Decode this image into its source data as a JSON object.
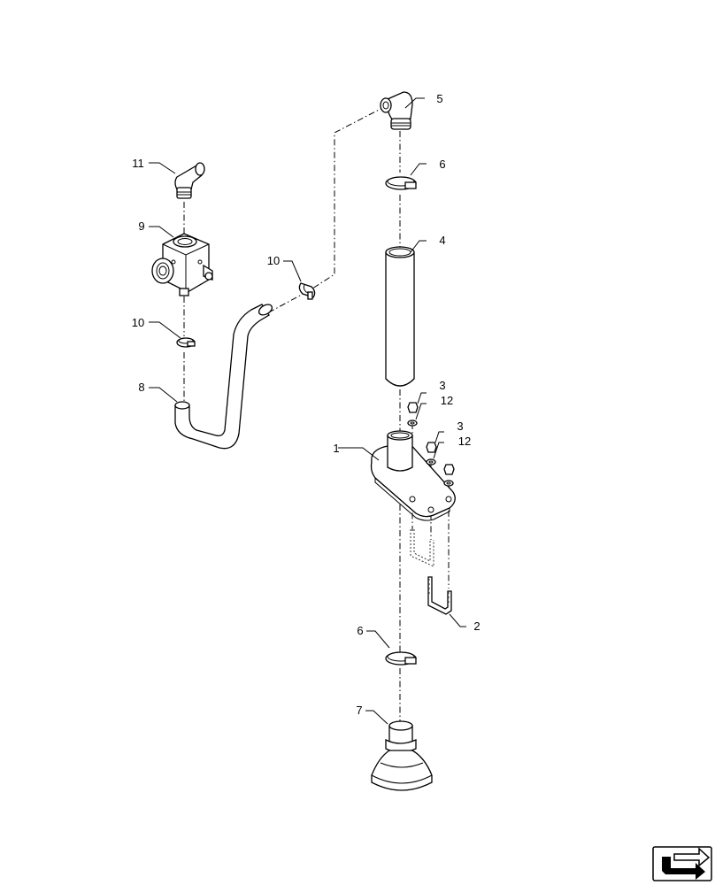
{
  "callouts": {
    "p1": "1",
    "p2": "2",
    "p3a": "3",
    "p3b": "3",
    "p4": "4",
    "p5": "5",
    "p6a": "6",
    "p6b": "6",
    "p7": "7",
    "p8": "8",
    "p9": "9",
    "p10a": "10",
    "p10b": "10",
    "p11": "11",
    "p12a": "12",
    "p12b": "12"
  },
  "icons": {
    "nav": "next-page-arrow-icon"
  }
}
